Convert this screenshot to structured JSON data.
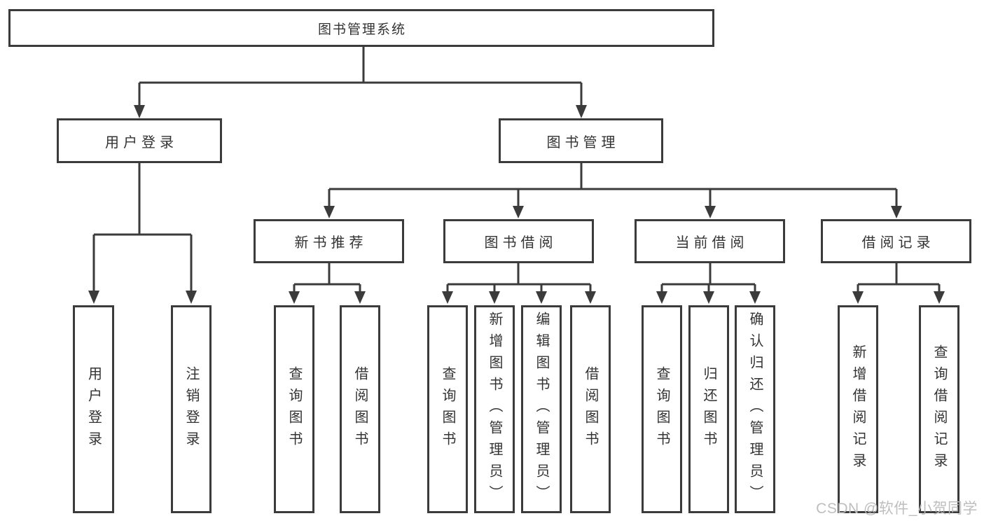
{
  "watermark": "CSDN @软件_小贺同学",
  "colors": {
    "line": "#3b3b3b",
    "box_border": "#3b3b3b",
    "text": "#333333",
    "background": "#ffffff",
    "watermark": "#bababa"
  },
  "tree": {
    "root": "图书管理系统",
    "children": [
      {
        "label": "用户登录",
        "children": [
          {
            "label": "用户登录"
          },
          {
            "label": "注销登录"
          }
        ]
      },
      {
        "label": "图书管理",
        "children": [
          {
            "label": "新书推荐",
            "children": [
              {
                "label": "查询图书"
              },
              {
                "label": "借阅图书"
              }
            ]
          },
          {
            "label": "图书借阅",
            "children": [
              {
                "label": "查询图书"
              },
              {
                "label": "新增图书（管理员）"
              },
              {
                "label": "编辑图书（管理员）"
              },
              {
                "label": "借阅图书"
              }
            ]
          },
          {
            "label": "当前借阅",
            "children": [
              {
                "label": "查询图书"
              },
              {
                "label": "归还图书"
              },
              {
                "label": "确认归还（管理员）"
              }
            ]
          },
          {
            "label": "借阅记录",
            "children": [
              {
                "label": "新增借阅记录"
              },
              {
                "label": "查询借阅记录"
              }
            ]
          }
        ]
      }
    ]
  }
}
